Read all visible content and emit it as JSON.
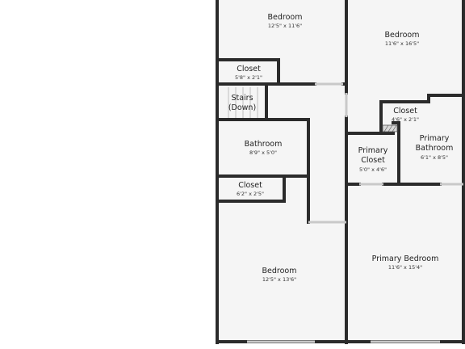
{
  "colors": {
    "wall": "#2b2b2b",
    "floor": "#f5f5f5",
    "background": "#ffffff",
    "window": "#c9c9c9"
  },
  "rooms": {
    "bedroom_top_left": {
      "name": "Bedroom",
      "dims": "12'5\" x 11'6\""
    },
    "bedroom_top_right": {
      "name": "Bedroom",
      "dims": "11'6\" x 16'5\""
    },
    "closet_left_upper": {
      "name": "Closet",
      "dims": "5'8\" x 2'1\""
    },
    "stairs": {
      "name_line1": "Stairs",
      "name_line2": "(Down)"
    },
    "bathroom": {
      "name": "Bathroom",
      "dims": "8'9\" x 5'0\""
    },
    "closet_left_lower": {
      "name": "Closet",
      "dims": "6'2\" x 2'5\""
    },
    "closet_right_small": {
      "name": "Closet",
      "dims": "4'6\" x 2'1\""
    },
    "primary_closet": {
      "name_line1": "Primary",
      "name_line2": "Closet",
      "dims": "5'0\" x 4'6\""
    },
    "primary_bathroom": {
      "name_line1": "Primary",
      "name_line2": "Bathroom",
      "dims": "6'1\" x 8'5\""
    },
    "bedroom_bottom_left": {
      "name": "Bedroom",
      "dims": "12'5\" x 13'6\""
    },
    "primary_bedroom": {
      "name": "Primary Bedroom",
      "dims": "11'6\" x 15'4\""
    }
  }
}
